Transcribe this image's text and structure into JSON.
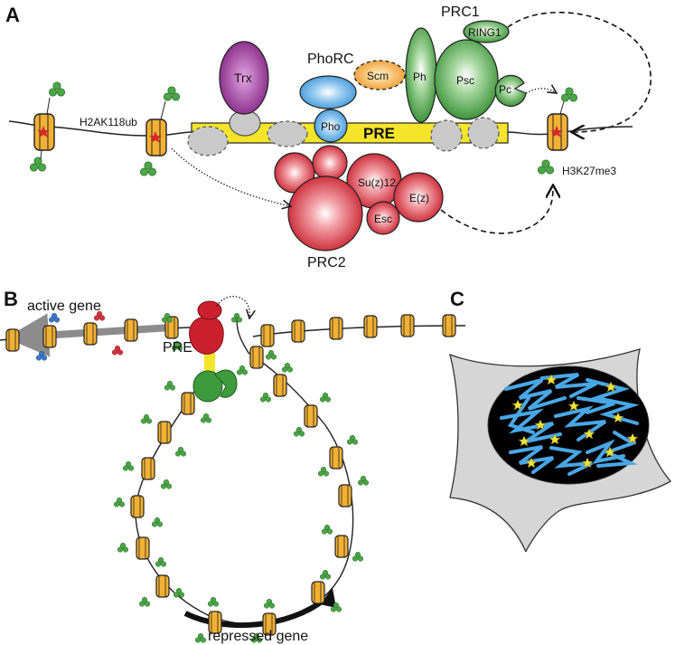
{
  "panels": {
    "a": "A",
    "b": "B",
    "c": "C"
  },
  "panel_a": {
    "pre": "PRE",
    "trx": "Trx",
    "phorc": "PhoRC",
    "pho": "Pho",
    "scm": "Scm",
    "prc1": "PRC1",
    "ring1": "RING1",
    "ph": "Ph",
    "psc": "Psc",
    "pc": "Pc",
    "h2ak": "H2AK118ub",
    "h3k": "H3K27me3",
    "suz12": "Su(z)12",
    "ez": "E(z)",
    "esc": "Esc",
    "prc2": "PRC2"
  },
  "panel_b": {
    "active_gene": "active gene",
    "pre": "PRE",
    "repressed_gene": "repressed gene"
  },
  "colors": {
    "nucleosome": "#f2b134",
    "pre_bar": "#f5e52a",
    "prc2_red": "#cc1f2e",
    "prc1_green": "#3d9a3d",
    "trx_purple": "#8e2a8e",
    "phorc_blue": "#3a97d8",
    "scm_orange": "#ef9a2a",
    "chromatin_blue": "#49a7e6",
    "cell_gray": "#d6d6d6"
  }
}
